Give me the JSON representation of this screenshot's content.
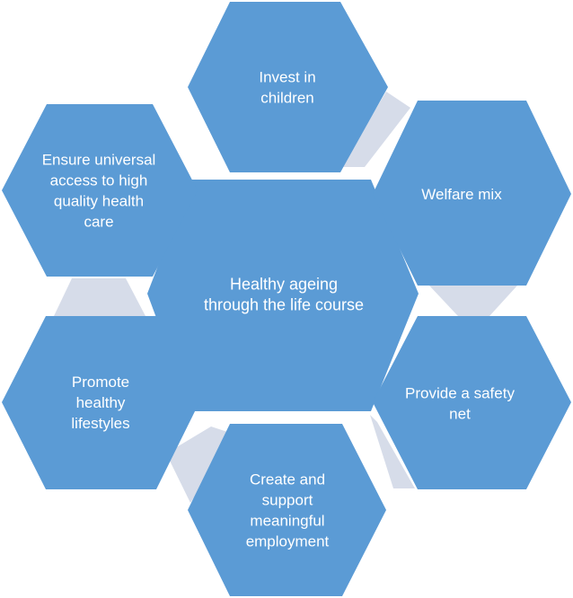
{
  "colors": {
    "hex_fill": "#5b9bd5",
    "connector_fill": "#d6dce9",
    "text": "#ffffff",
    "background": "#ffffff"
  },
  "center": {
    "lines": [
      "Healthy ageing",
      "through the life course"
    ]
  },
  "nodes": [
    {
      "id": "invest",
      "lines": [
        "Invest in",
        "children"
      ]
    },
    {
      "id": "welfare",
      "lines": [
        "Welfare mix"
      ]
    },
    {
      "id": "safety",
      "lines": [
        "Provide a safety",
        "net"
      ]
    },
    {
      "id": "employment",
      "lines": [
        "Create and",
        "support",
        "meaningful",
        "employment"
      ]
    },
    {
      "id": "lifestyles",
      "lines": [
        "Promote",
        "healthy",
        "lifestyles"
      ]
    },
    {
      "id": "health-care",
      "lines": [
        "Ensure universal",
        "access to high",
        "quality health",
        "care"
      ]
    }
  ]
}
